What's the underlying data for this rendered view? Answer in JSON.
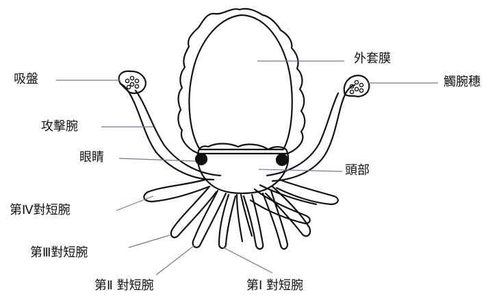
{
  "labels": {
    "mantle": "外套膜",
    "sucker": "吸盤",
    "club": "觸腕穗",
    "tentacle": "攻擊腕",
    "eye": "眼睛",
    "head": "頭部",
    "arm4": "第Ⅳ對短腕",
    "arm3": "第Ⅲ對短腕",
    "arm2": "第Ⅱ 對短腕",
    "arm1": "第Ⅰ 對短腕"
  },
  "colors": {
    "outline": "#111111",
    "leader": "#6b7a9a",
    "background": "#ffffff"
  }
}
